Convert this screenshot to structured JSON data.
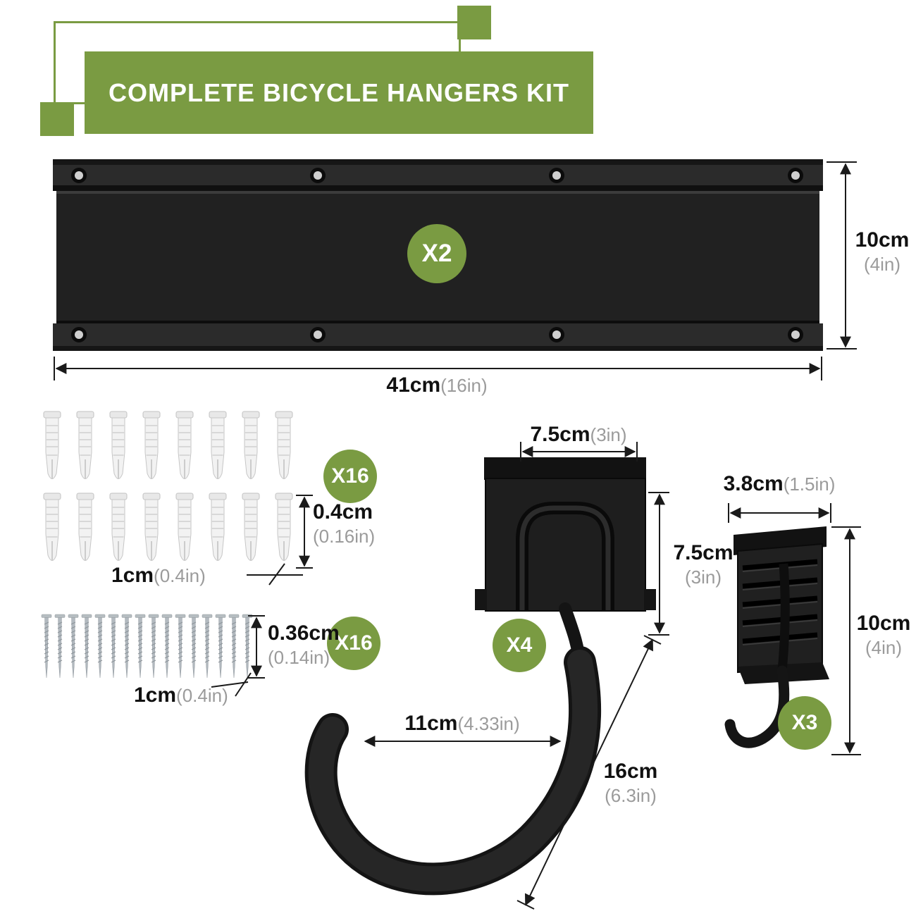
{
  "colors": {
    "green": "#7a9b42",
    "product_black": "#1f1f1f",
    "secondary_text_gray": "#9b9b9b"
  },
  "header": {
    "title": "COMPLETE BICYCLE HANGERS KIT"
  },
  "rail": {
    "qty": "X2",
    "height": "10cm",
    "height_in": "(4in)",
    "width": "41cm",
    "width_in": "(16in)"
  },
  "anchors": {
    "qty": "X16",
    "diameter": "0.4cm",
    "diameter_in": "(0.16in)",
    "length": "1cm",
    "length_in": "(0.4in)"
  },
  "screws": {
    "qty": "X16",
    "diameter": "0.36cm",
    "diameter_in": "(0.14in)",
    "length": "1cm",
    "length_in": "(0.4in)"
  },
  "large_hook": {
    "qty": "X4",
    "top_width": "7.5cm",
    "top_width_in": "(3in)",
    "height": "7.5cm",
    "height_in": "(3in)",
    "inner_width": "11cm",
    "inner_width_in": "(4.33in)",
    "length": "16cm",
    "length_in": "(6.3in)"
  },
  "small_hook": {
    "qty": "X3",
    "width": "3.8cm",
    "width_in": "(1.5in)",
    "height": "10cm",
    "height_in": "(4in)"
  }
}
